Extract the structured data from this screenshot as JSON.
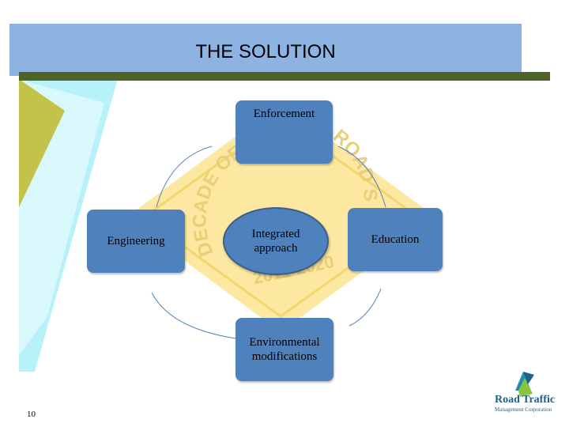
{
  "slide": {
    "title": "THE SOLUTION",
    "number": "10"
  },
  "diagram": {
    "center": "Integrated approach",
    "nodes": {
      "top": "Enforcement",
      "left": "Engineering",
      "right": "Education",
      "bottom": "Environmental modifications"
    }
  },
  "watermark": {
    "text_top": "ROAD S",
    "text_left": "DECADE OF A",
    "text_bottom": "2011-2020"
  },
  "logo": {
    "name": "Road Traffic",
    "subtitle": "Management Corporation"
  },
  "colors": {
    "title_band": "#8db3e2",
    "olive_bar": "#4f6228",
    "node_fill": "#4f81bd",
    "watermark": "#fce8a0",
    "left_triangle": "#c3c34a",
    "cyan_band": "#b7f1fa"
  }
}
